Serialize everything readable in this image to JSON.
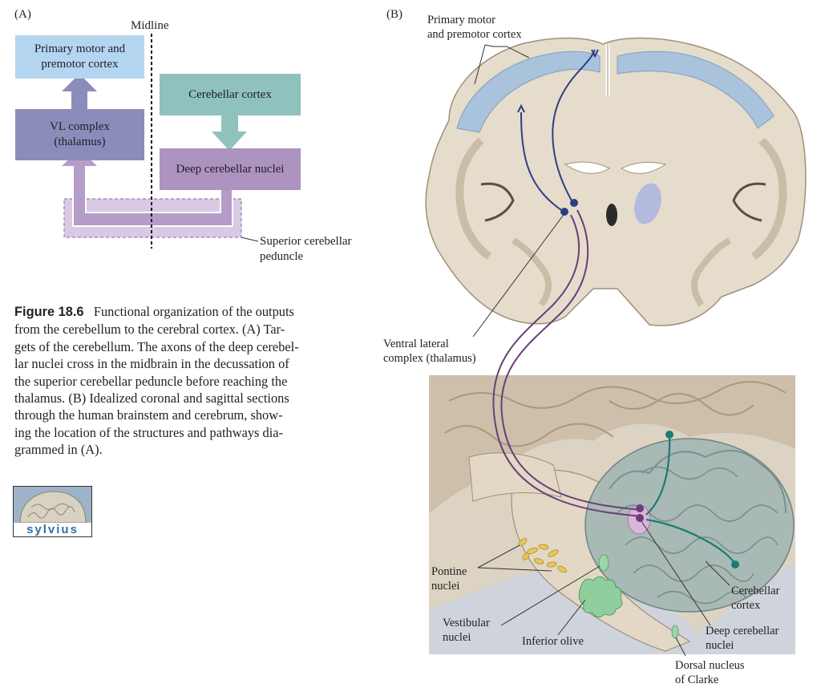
{
  "panel_a": {
    "label": "(A)",
    "midline_label": "Midline",
    "boxes": {
      "motor_cortex": [
        "Primary motor and",
        "premotor cortex"
      ],
      "cerebellar_cortex": "Cerebellar cortex",
      "vl_complex": [
        "VL complex",
        "(thalamus)"
      ],
      "deep_nuclei": "Deep cerebellar nuclei"
    },
    "peduncle_label": [
      "Superior cerebellar",
      "peduncle"
    ],
    "colors": {
      "motor_cortex": "#b4d5ef",
      "cerebellar_cortex": "#8fc2bd",
      "vl_complex": "#8c8cba",
      "deep_nuclei": "#ad93c0",
      "pathway": "#b69cc8",
      "arrow_teal": "#8fc2bd",
      "arrow_blue": "#8c8cba"
    }
  },
  "panel_b": {
    "label": "(B)",
    "callouts": {
      "motor_cortex": [
        "Primary motor",
        "and premotor cortex"
      ],
      "ventral_lateral": [
        "Ventral lateral",
        "complex (thalamus)"
      ],
      "pontine": [
        "Pontine",
        "nuclei"
      ],
      "vestibular": [
        "Vestibular",
        "nuclei"
      ],
      "inferior_olive": "Inferior olive",
      "cerebellar_cortex": [
        "Cerebellar",
        "cortex"
      ],
      "deep_nuclei": [
        "Deep cerebellar",
        "nuclei"
      ],
      "dorsal_nucleus": [
        "Dorsal nucleus",
        "of Clarke"
      ]
    },
    "colors": {
      "brain_tissue": "#e6dccb",
      "gray_matter": "#c9bba6",
      "motor_area": "#a9c3dc",
      "cerebellum": "#a9b9b5",
      "pathway_purple": "#6a3d7a",
      "pathway_blue": "#2e3f86",
      "pathway_teal": "#1d7a74",
      "sagittal_bg": "#dcd2c2",
      "pontine_yellow": "#e8c65a",
      "olive_green": "#8fcf9e"
    }
  },
  "caption": {
    "figure_label": "Figure 18.6",
    "lines": [
      "Functional organization of the outputs",
      "from the cerebellum to the cerebral cortex. (A) Tar-",
      "gets of the cerebellum. The axons of the deep cerebel-",
      "lar nuclei cross in the midbrain in the decussation of",
      "the superior cerebellar peduncle before reaching the",
      "thalamus. (B) Idealized coronal and sagittal sections",
      "through the human brainstem and cerebrum, show-",
      "ing the location of the structures and pathways dia-",
      "grammed in (A)."
    ]
  },
  "logo": {
    "text": "sylvius",
    "icon": "brain-thumbnail-icon"
  }
}
